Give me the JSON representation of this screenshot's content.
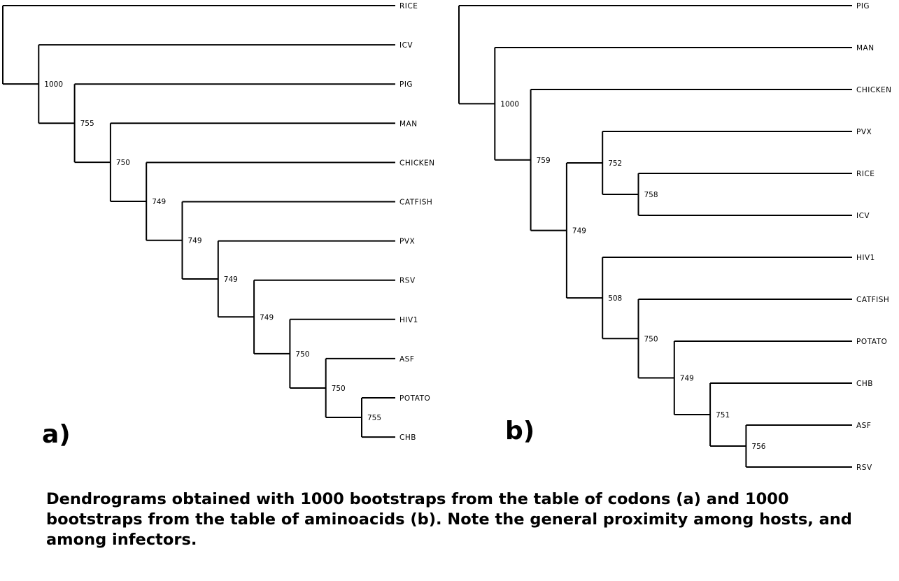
{
  "panels": [
    {
      "id": "a",
      "letter": "a)",
      "tree": {
        "children": [
          {
            "label": "RICE"
          },
          {
            "support": "1000",
            "children": [
              {
                "label": "ICV"
              },
              {
                "support": "755",
                "children": [
                  {
                    "label": "PIG"
                  },
                  {
                    "support": "750",
                    "children": [
                      {
                        "label": "MAN"
                      },
                      {
                        "support": "749",
                        "children": [
                          {
                            "label": "CHICKEN"
                          },
                          {
                            "support": "749",
                            "children": [
                              {
                                "label": "CATFISH"
                              },
                              {
                                "support": "749",
                                "children": [
                                  {
                                    "label": "PVX"
                                  },
                                  {
                                    "support": "749",
                                    "children": [
                                      {
                                        "label": "RSV"
                                      },
                                      {
                                        "support": "750",
                                        "children": [
                                          {
                                            "label": "HIV1"
                                          },
                                          {
                                            "support": "750",
                                            "children": [
                                              {
                                                "label": "ASF"
                                              },
                                              {
                                                "support": "755",
                                                "children": [
                                                  {
                                                    "label": "POTATO"
                                                  },
                                                  {
                                                    "label": "CHB"
                                                  }
                                                ]
                                              }
                                            ]
                                          }
                                        ]
                                      }
                                    ]
                                  }
                                ]
                              }
                            ]
                          }
                        ]
                      }
                    ]
                  }
                ]
              }
            ]
          }
        ]
      }
    },
    {
      "id": "b",
      "letter": "b)",
      "tree": {
        "children": [
          {
            "label": "PIG"
          },
          {
            "support": "1000",
            "children": [
              {
                "label": "MAN"
              },
              {
                "support": "759",
                "children": [
                  {
                    "label": "CHICKEN"
                  },
                  {
                    "support": "749",
                    "children": [
                      {
                        "support": "752",
                        "children": [
                          {
                            "label": "PVX"
                          },
                          {
                            "support": "758",
                            "children": [
                              {
                                "label": "RICE"
                              },
                              {
                                "label": "ICV"
                              }
                            ]
                          }
                        ]
                      },
                      {
                        "support": "508",
                        "children": [
                          {
                            "label": "HIV1"
                          },
                          {
                            "support": "750",
                            "children": [
                              {
                                "label": "CATFISH"
                              },
                              {
                                "support": "749",
                                "children": [
                                  {
                                    "label": "POTATO"
                                  },
                                  {
                                    "support": "751",
                                    "children": [
                                      {
                                        "label": "CHB"
                                      },
                                      {
                                        "support": "756",
                                        "children": [
                                          {
                                            "label": "ASF"
                                          },
                                          {
                                            "label": "RSV"
                                          }
                                        ]
                                      }
                                    ]
                                  }
                                ]
                              }
                            ]
                          }
                        ]
                      }
                    ]
                  }
                ]
              }
            ]
          }
        ]
      }
    }
  ],
  "caption": "Dendrograms obtained with 1000 bootstraps from the table of codons (a) and 1000 bootstraps from the table of aminoacids (b). Note the general proximity among hosts, and among infectors."
}
